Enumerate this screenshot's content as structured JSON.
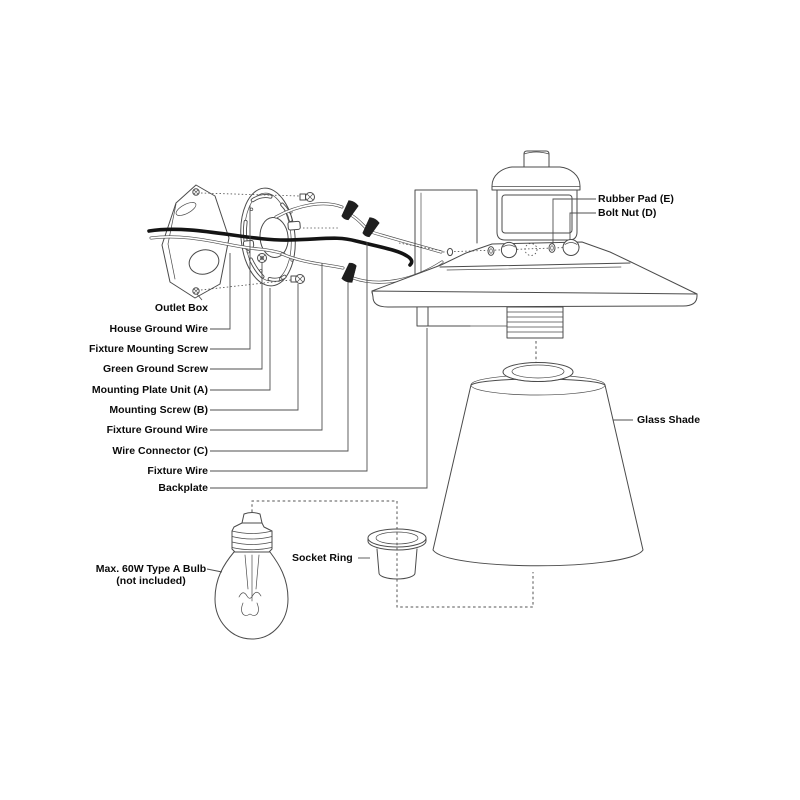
{
  "style": {
    "background": "#ffffff",
    "line_color": "#4b4b4b",
    "text_color": "#0a0a0a",
    "wire_color": "#141414"
  },
  "labels": {
    "outlet_box": "Outlet Box",
    "house_ground_wire": "House Ground Wire",
    "fixture_mounting_screw": "Fixture Mounting Screw",
    "green_ground_screw": "Green Ground Screw",
    "mounting_plate_unit": "Mounting Plate Unit (A)",
    "mounting_screw": "Mounting Screw (B)",
    "fixture_ground_wire": "Fixture Ground Wire",
    "wire_connector": "Wire Connector (C)",
    "fixture_wire": "Fixture Wire",
    "backplate": "Backplate",
    "rubber_pad": "Rubber Pad (E)",
    "bolt_nut": "Bolt Nut (D)",
    "glass_shade": "Glass Shade",
    "max_bulb_line1": "Max. 60W Type A Bulb",
    "max_bulb_line2": "(not included)",
    "socket_ring": "Socket Ring"
  }
}
